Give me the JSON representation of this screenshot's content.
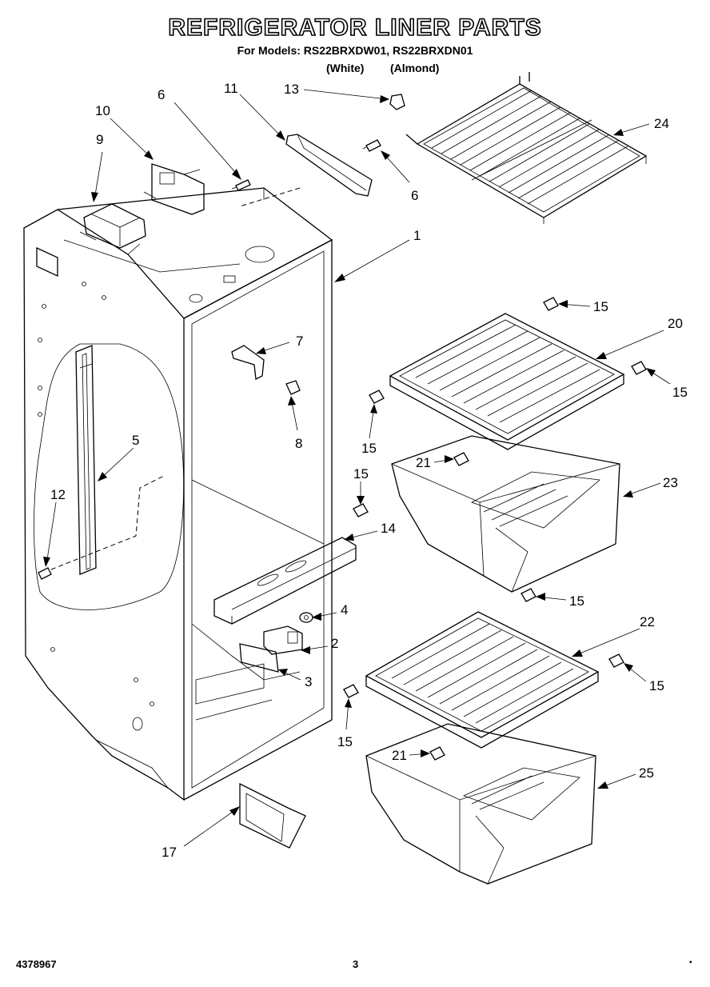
{
  "header": {
    "title": "REFRIGERATOR LINER PARTS",
    "models_line": "For Models: RS22BRXDW01, RS22BRXDN01",
    "variant_white": "(White)",
    "variant_almond": "(Almond)"
  },
  "callouts": {
    "c1": "1",
    "c2": "2",
    "c3": "3",
    "c4": "4",
    "c5": "5",
    "c6a": "6",
    "c6b": "6",
    "c7": "7",
    "c8": "8",
    "c9": "9",
    "c10": "10",
    "c11": "11",
    "c12": "12",
    "c13": "13",
    "c14": "14",
    "c15a": "15",
    "c15b": "15",
    "c15c": "15",
    "c15d": "15",
    "c15e": "15",
    "c15f": "15",
    "c15g": "15",
    "c17": "17",
    "c20": "20",
    "c21a": "21",
    "c21b": "21",
    "c22": "22",
    "c23": "23",
    "c24": "24",
    "c25": "25"
  },
  "footer": {
    "doc_number": "4378967",
    "page_number": "3"
  }
}
